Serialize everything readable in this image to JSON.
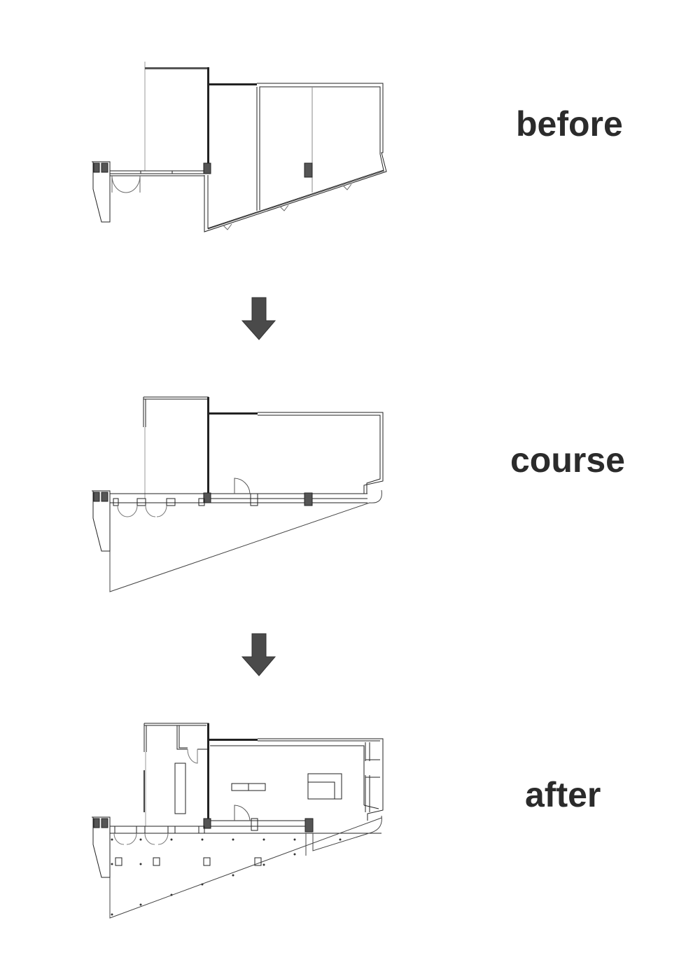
{
  "stages": [
    {
      "label": "before"
    },
    {
      "label": "course"
    },
    {
      "label": "after"
    }
  ],
  "colors": {
    "wall": "#222222",
    "column": "#555555",
    "arrow": "#4a4a4a",
    "text": "#2b2b2b"
  }
}
